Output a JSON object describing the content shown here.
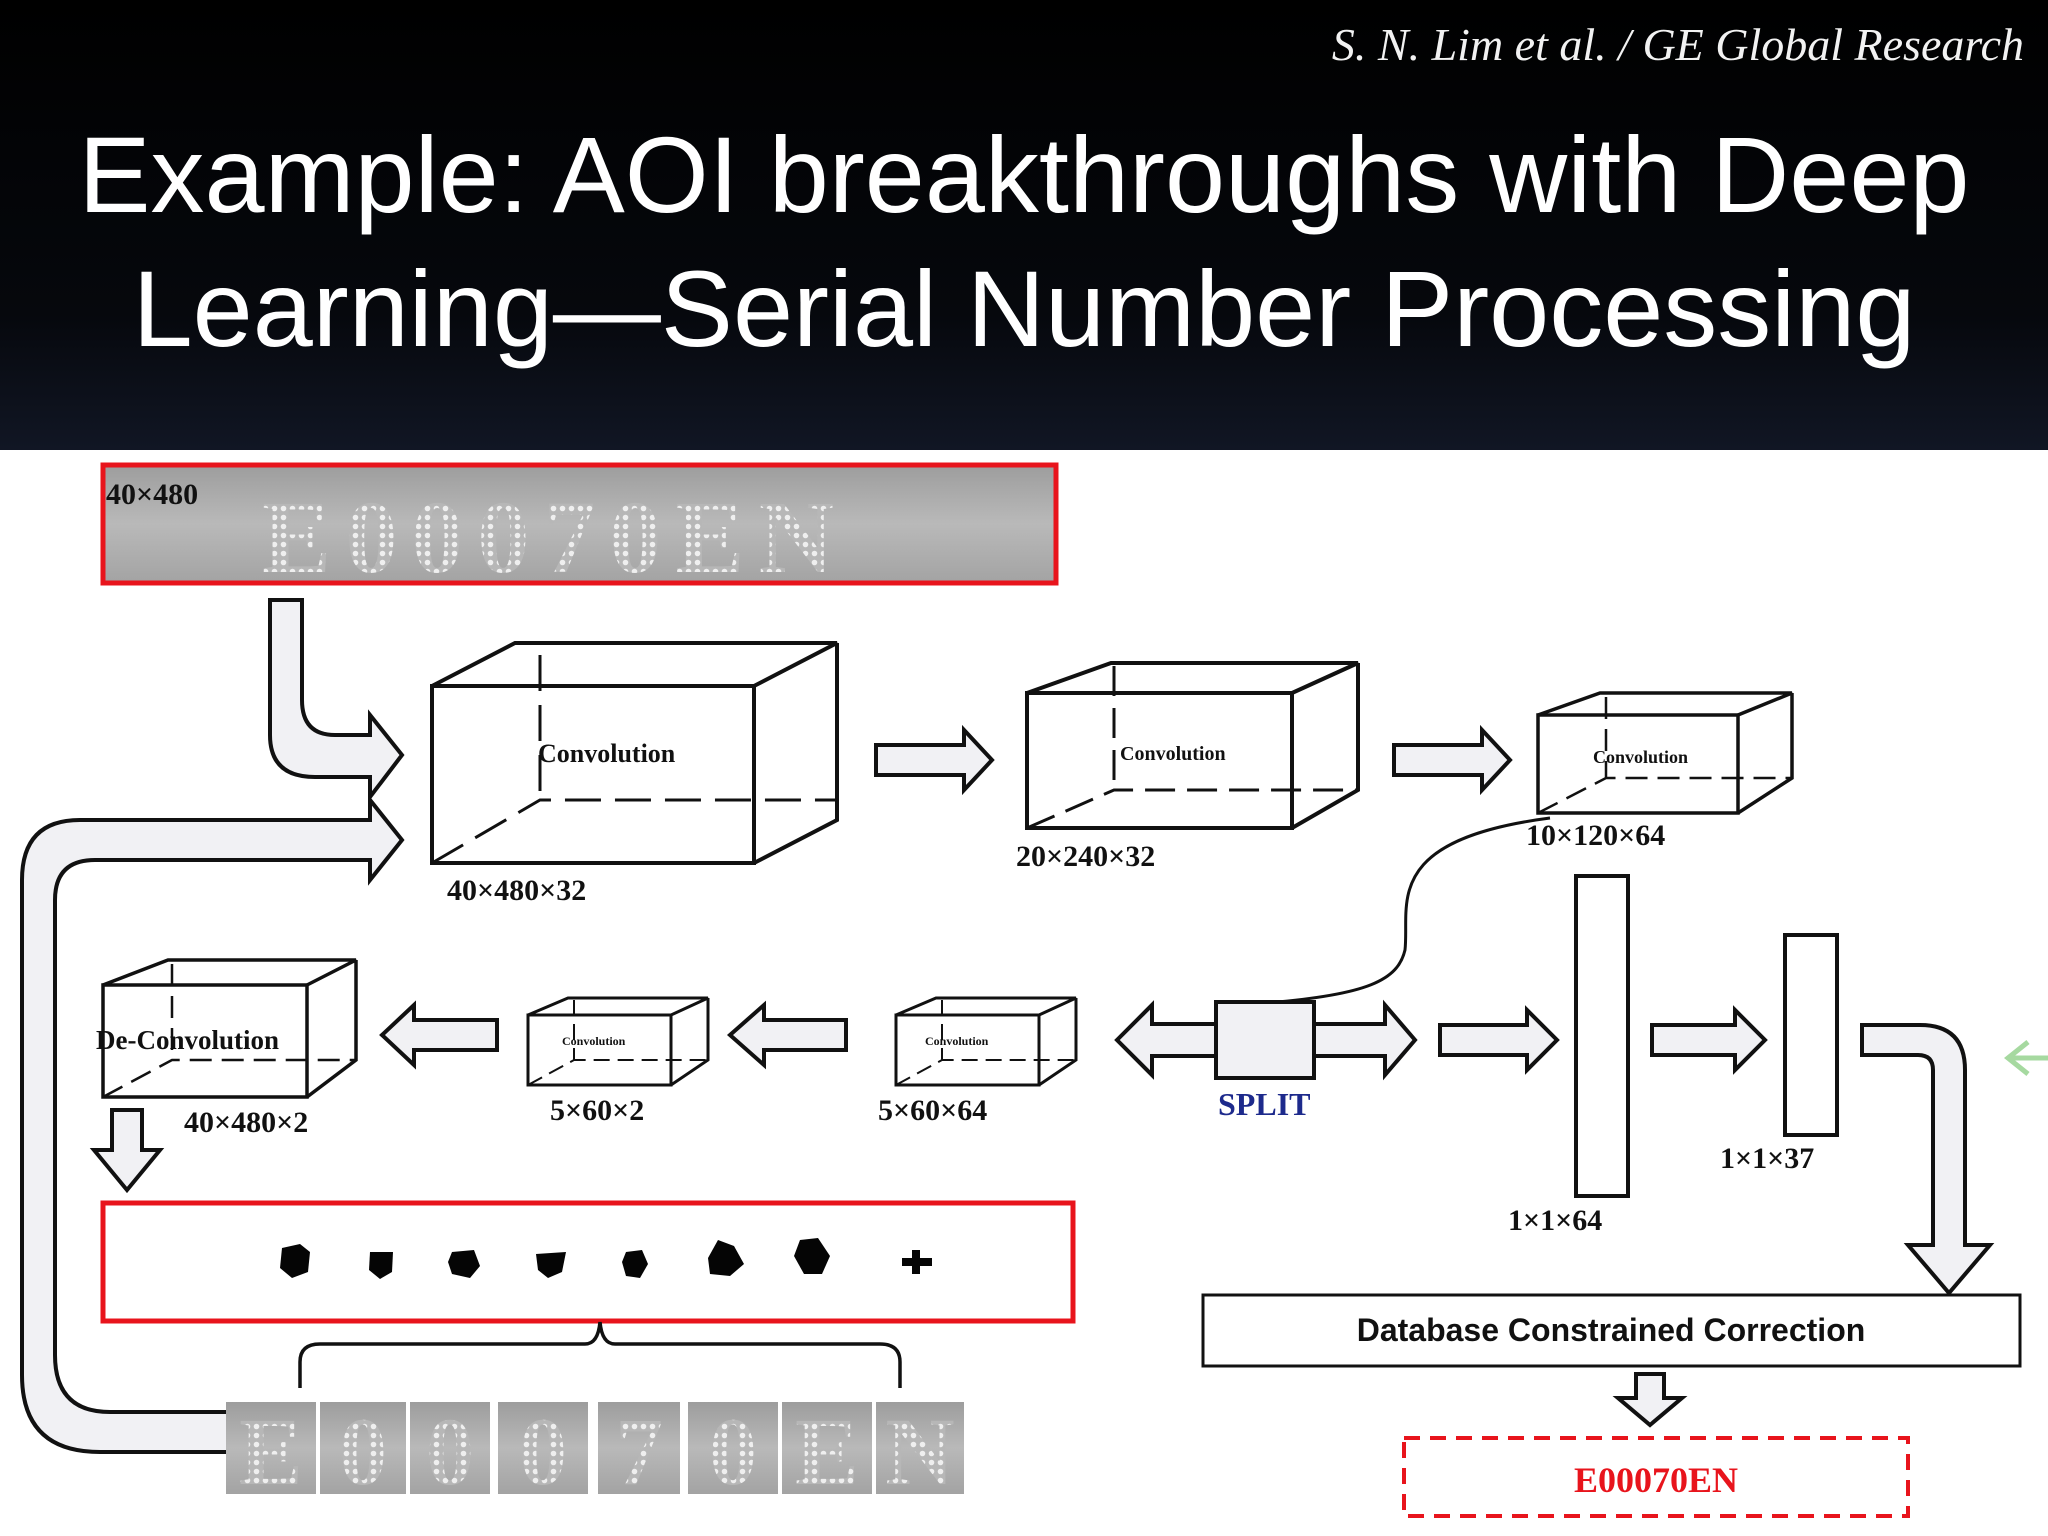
{
  "header": {
    "credit": "S. N. Lim et al. / GE Global Research",
    "title_line1": "Example: AOI breakthroughs with Deep",
    "title_line2": "Learning—Serial Number Processing"
  },
  "diagram": {
    "input_size": "40×480",
    "input_serial": "E00070EN",
    "blocks": {
      "conv1": {
        "label": "Convolution",
        "dims": "40×480×32"
      },
      "conv2": {
        "label": "Convolution",
        "dims": "20×240×32"
      },
      "conv3": {
        "label": "Convolution",
        "dims": "10×120×64"
      },
      "conv4": {
        "label": "Convolution",
        "dims": "5×60×64"
      },
      "conv5": {
        "label": "Convolution",
        "dims": "5×60×2"
      },
      "deconv": {
        "label": "De-Convolution",
        "dims": "40×480×2"
      }
    },
    "split_label": "SPLIT",
    "fc1_dims": "1×1×64",
    "fc2_dims": "1×1×37",
    "correction_label": "Database Constrained Correction",
    "output_serial": "E00070EN",
    "segmented_chars": [
      "E",
      "0",
      "0",
      "0",
      "7",
      "0",
      "E",
      "N"
    ],
    "colors": {
      "red_box": "#e8141c",
      "split_text": "#1d2a8c",
      "arrow_fill": "#f1f1f4"
    }
  }
}
